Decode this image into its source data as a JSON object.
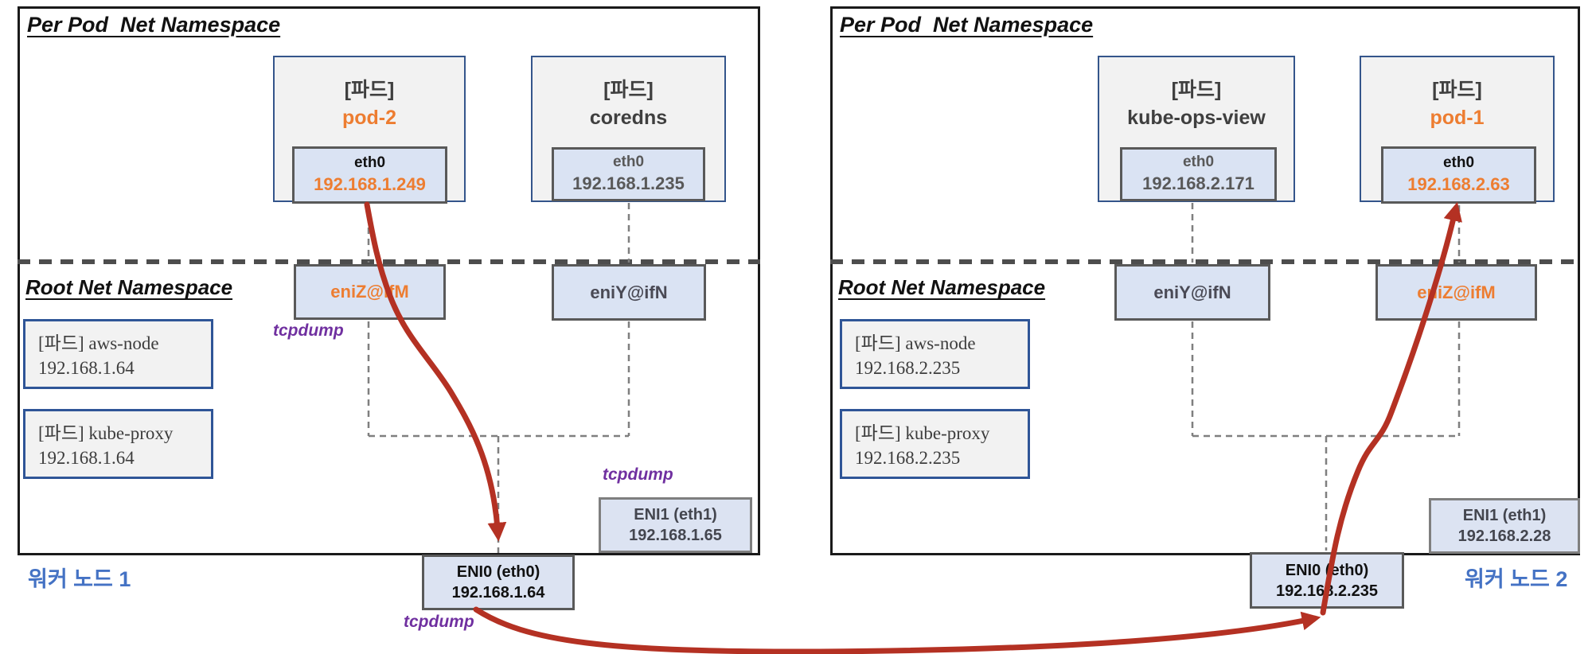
{
  "diagram": {
    "tcpdump_label": "tcpdump",
    "colors": {
      "accent_orange": "#ED7D31",
      "flow_red": "#B43123",
      "worker_label_blue": "#4472C4",
      "tcpdump_purple": "#7030A0",
      "box_fill_gray": "#F2F2F2",
      "iface_fill_blue": "#DAE3F3"
    },
    "node1": {
      "per_pod_title": "Per Pod  Net Namespace",
      "root_title": "Root Net Namespace",
      "node_label": "워커 노드 1",
      "pods": [
        {
          "tag": "[파드]",
          "name": "pod-2",
          "iface": "eth0",
          "ip": "192.168.1.249"
        },
        {
          "tag": "[파드]",
          "name": "coredns",
          "iface": "eth0",
          "ip": "192.168.1.235"
        }
      ],
      "veths": [
        {
          "name": "eniZ@ifM"
        },
        {
          "name": "eniY@ifN"
        }
      ],
      "host_pods": [
        {
          "name": "[파드] aws-node",
          "ip": "192.168.1.64"
        },
        {
          "name": "[파드] kube-proxy",
          "ip": "192.168.1.64"
        }
      ],
      "enis": [
        {
          "name": "ENI1 (eth1)",
          "ip": "192.168.1.65"
        },
        {
          "name": "ENI0 (eth0)",
          "ip": "192.168.1.64"
        }
      ]
    },
    "node2": {
      "per_pod_title": "Per Pod  Net Namespace",
      "root_title": "Root Net Namespace",
      "node_label": "워커 노드 2",
      "pods": [
        {
          "tag": "[파드]",
          "name": "kube-ops-view",
          "iface": "eth0",
          "ip": "192.168.2.171"
        },
        {
          "tag": "[파드]",
          "name": "pod-1",
          "iface": "eth0",
          "ip": "192.168.2.63"
        }
      ],
      "veths": [
        {
          "name": "eniY@ifN"
        },
        {
          "name": "eniZ@ifM"
        }
      ],
      "host_pods": [
        {
          "name": "[파드] aws-node",
          "ip": "192.168.2.235"
        },
        {
          "name": "[파드] kube-proxy",
          "ip": "192.168.2.235"
        }
      ],
      "enis": [
        {
          "name": "ENI1 (eth1)",
          "ip": "192.168.2.28"
        },
        {
          "name": "ENI0 (eth0)",
          "ip": "192.168.2.235"
        }
      ]
    }
  }
}
